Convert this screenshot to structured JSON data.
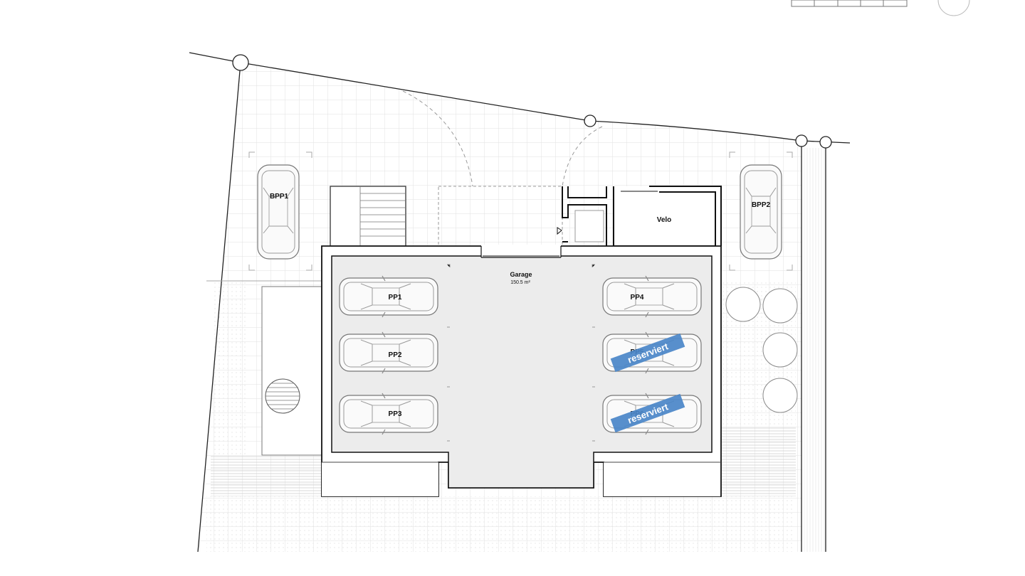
{
  "plan": {
    "room_garage": {
      "name": "Garage",
      "area": "150.5 m²"
    },
    "room_velo": {
      "name": "Velo"
    },
    "outdoor_parking": [
      {
        "id": "BPP1"
      },
      {
        "id": "BPP2"
      }
    ],
    "garage_parking": [
      {
        "id": "PP1"
      },
      {
        "id": "PP2"
      },
      {
        "id": "PP3"
      },
      {
        "id": "PP4"
      },
      {
        "id": "PP5",
        "status": "reserviert"
      },
      {
        "id": "PP6",
        "status": "reserviert"
      }
    ],
    "reserved_label": "reserviert",
    "colors": {
      "reserved_banner": "#4a86c8",
      "garage_floor": "#ececec",
      "wall": "#111111",
      "grid": "#e4e4e4"
    }
  }
}
